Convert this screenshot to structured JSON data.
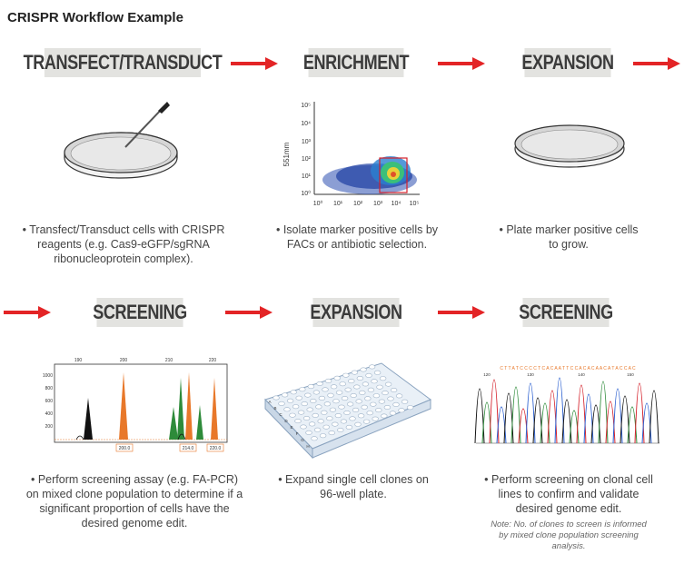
{
  "title": "CRISPR Workflow Example",
  "steps": [
    {
      "label": "TRANSFECT/TRANSDUCT",
      "desc": "• Transfect/Transduct cells with CRISPR reagents (e.g. Cas9-eGFP/sgRNA ribonucleoprotein complex)."
    },
    {
      "label": "ENRICHMENT",
      "desc": "• Isolate marker positive cells by FACs or antibiotic selection."
    },
    {
      "label": "EXPANSION",
      "desc": "• Plate marker positive cells to grow."
    },
    {
      "label": "SCREENING",
      "desc": "• Perform screening assay (e.g. FA-PCR) on mixed clone population to determine if a significant proportion of cells have the desired genome edit."
    },
    {
      "label": "EXPANSION",
      "desc": "• Expand single cell clones on 96-well plate."
    },
    {
      "label": "SCREENING",
      "desc": "• Perform screening on clonal cell lines to confirm and validate desired genome edit.",
      "note": "Note: No. of clones to screen is informed by mixed clone population screening analysis."
    }
  ],
  "facs": {
    "ylabel": "551mm",
    "yticks": [
      "10⁵",
      "10⁴",
      "10³",
      "10²",
      "10¹",
      "10⁰"
    ],
    "xticks": [
      "10⁰",
      "10¹",
      "10²",
      "10³",
      "10⁴",
      "10⁵"
    ]
  },
  "fapcr": {
    "top_ticks": [
      "190",
      "200",
      "210",
      "220"
    ],
    "y_ticks": [
      "1000",
      "800",
      "600",
      "400",
      "200"
    ],
    "markers": [
      "200.0",
      "214.0",
      "220.0"
    ]
  },
  "plate": {
    "rows": [
      "A",
      "B",
      "C",
      "D",
      "E",
      "F",
      "G",
      "H"
    ]
  },
  "sanger": {
    "sequence": "C T T A T C C C C T C A C A A T T C C A C A C A A C A T A C C A C",
    "positions": [
      "120",
      "130",
      "140",
      "150"
    ]
  },
  "colors": {
    "arrow": "#e32426",
    "label_bg": "#e3e3e0",
    "orange_peak": "#e8782a",
    "green_peak": "#2e8b3a"
  }
}
